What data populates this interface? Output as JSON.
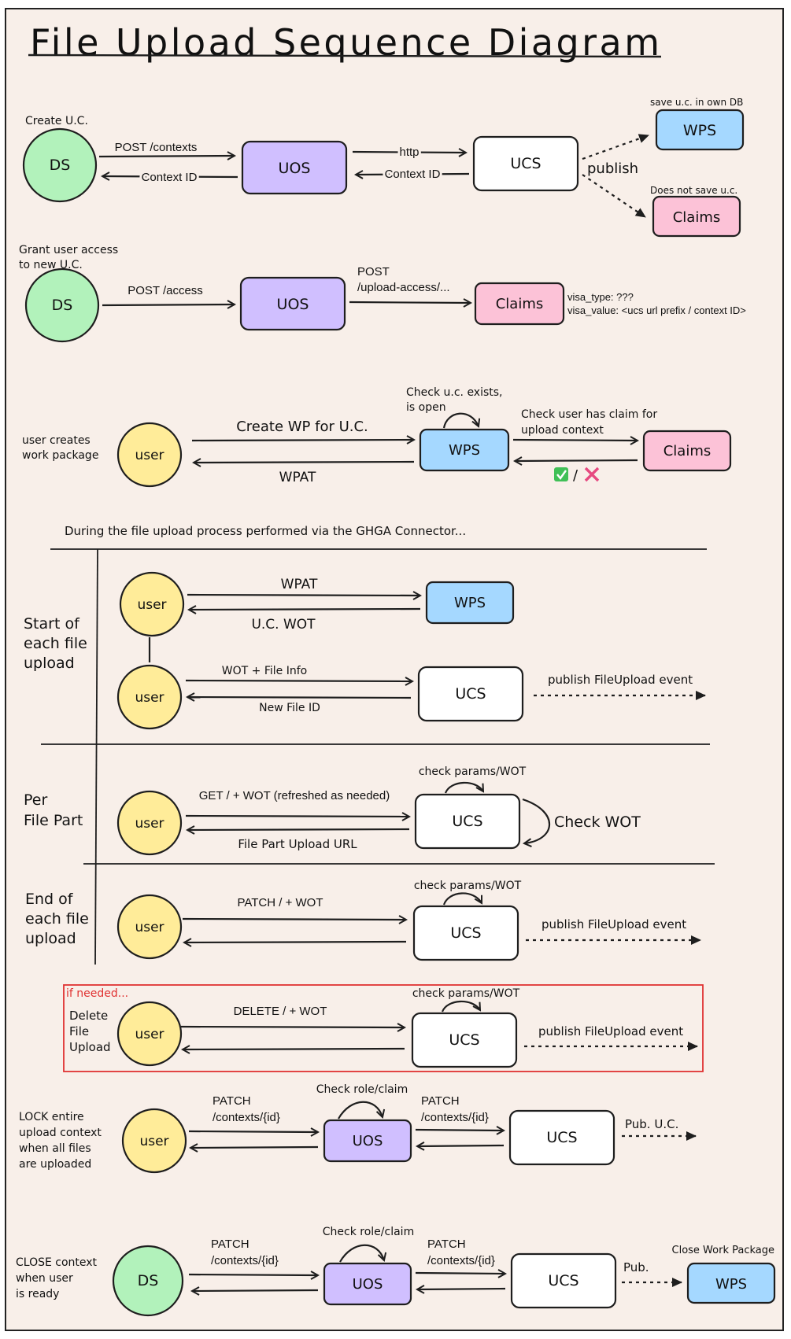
{
  "title": "File Upload Sequence Diagram",
  "colors": {
    "ds": "#b2f2bb",
    "uos": "#d0bfff",
    "wps": "#a5d8ff",
    "claims": "#fcc2d7",
    "user": "#ffec99",
    "ucs": "#ffffff",
    "stroke": "#1e1e1e",
    "red": "#e03131",
    "check": "#40c057",
    "cross": "#e64980"
  },
  "s1": {
    "note": "Create U.C.",
    "ds": "DS",
    "uos": "UOS",
    "ucs": "UCS",
    "wps": "WPS",
    "claims": "Claims",
    "post": "POST /contexts",
    "ctx1": "Context ID",
    "http": "http",
    "ctx2": "Context ID",
    "publish": "publish",
    "wps_note": "save u.c. in own DB",
    "claims_note": "Does not save u.c."
  },
  "s2": {
    "note1": "Grant user access",
    "note2": "to new U.C.",
    "ds": "DS",
    "uos": "UOS",
    "claims": "Claims",
    "post": "POST /access",
    "post2a": "POST",
    "post2b": "/upload-access/...",
    "visa1": "visa_type: ???",
    "visa2": "visa_value: <ucs url prefix / context ID>"
  },
  "s3": {
    "note1": "user creates",
    "note2": "work package",
    "user": "user",
    "wps": "WPS",
    "claims": "Claims",
    "create": "Create WP for U.C.",
    "wpat": "WPAT",
    "check1a": "Check u.c. exists,",
    "check1b": "is open",
    "check2a": "Check user has claim for",
    "check2b": "upload context",
    "slash": "/"
  },
  "during": "During the file upload process performed via the GHGA Connector...",
  "s4": {
    "label1": "Start of",
    "label2": "each file",
    "label3": "upload",
    "user": "user",
    "wps": "WPS",
    "ucs": "UCS",
    "wpat": "WPAT",
    "ucwot": "U.C. WOT",
    "wotinfo": "WOT + File Info",
    "newid": "New File ID",
    "publish": "publish FileUpload event"
  },
  "s5": {
    "label1": "Per",
    "label2": "File Part",
    "user": "user",
    "ucs": "UCS",
    "get": "GET / + WOT (refreshed as needed)",
    "url": "File Part Upload URL",
    "check": "check params/WOT",
    "checkwot": "Check WOT"
  },
  "s6": {
    "label1": "End of",
    "label2": "each file",
    "label3": "upload",
    "user": "user",
    "ucs": "UCS",
    "patch": "PATCH / + WOT",
    "check": "check params/WOT",
    "publish": "publish FileUpload event"
  },
  "s7": {
    "ifneeded": "if needed...",
    "label1": "Delete",
    "label2": "File",
    "label3": "Upload",
    "user": "user",
    "ucs": "UCS",
    "delete": "DELETE / + WOT",
    "check": "check params/WOT",
    "publish": "publish FileUpload event"
  },
  "s8": {
    "label1": "LOCK entire",
    "label2": "upload context",
    "label3": "when all files",
    "label4": "are uploaded",
    "user": "user",
    "uos": "UOS",
    "ucs": "UCS",
    "patch1a": "PATCH",
    "patch1b": "/contexts/{id}",
    "patch2a": "PATCH",
    "patch2b": "/contexts/{id}",
    "check": "Check role/claim",
    "pub": "Pub. U.C."
  },
  "s9": {
    "label1": "CLOSE context",
    "label2": "when user",
    "label3": "is ready",
    "ds": "DS",
    "uos": "UOS",
    "ucs": "UCS",
    "wps": "WPS",
    "patch1a": "PATCH",
    "patch1b": "/contexts/{id}",
    "patch2a": "PATCH",
    "patch2b": "/contexts/{id}",
    "check": "Check role/claim",
    "pub": "Pub.",
    "close": "Close Work Package"
  }
}
